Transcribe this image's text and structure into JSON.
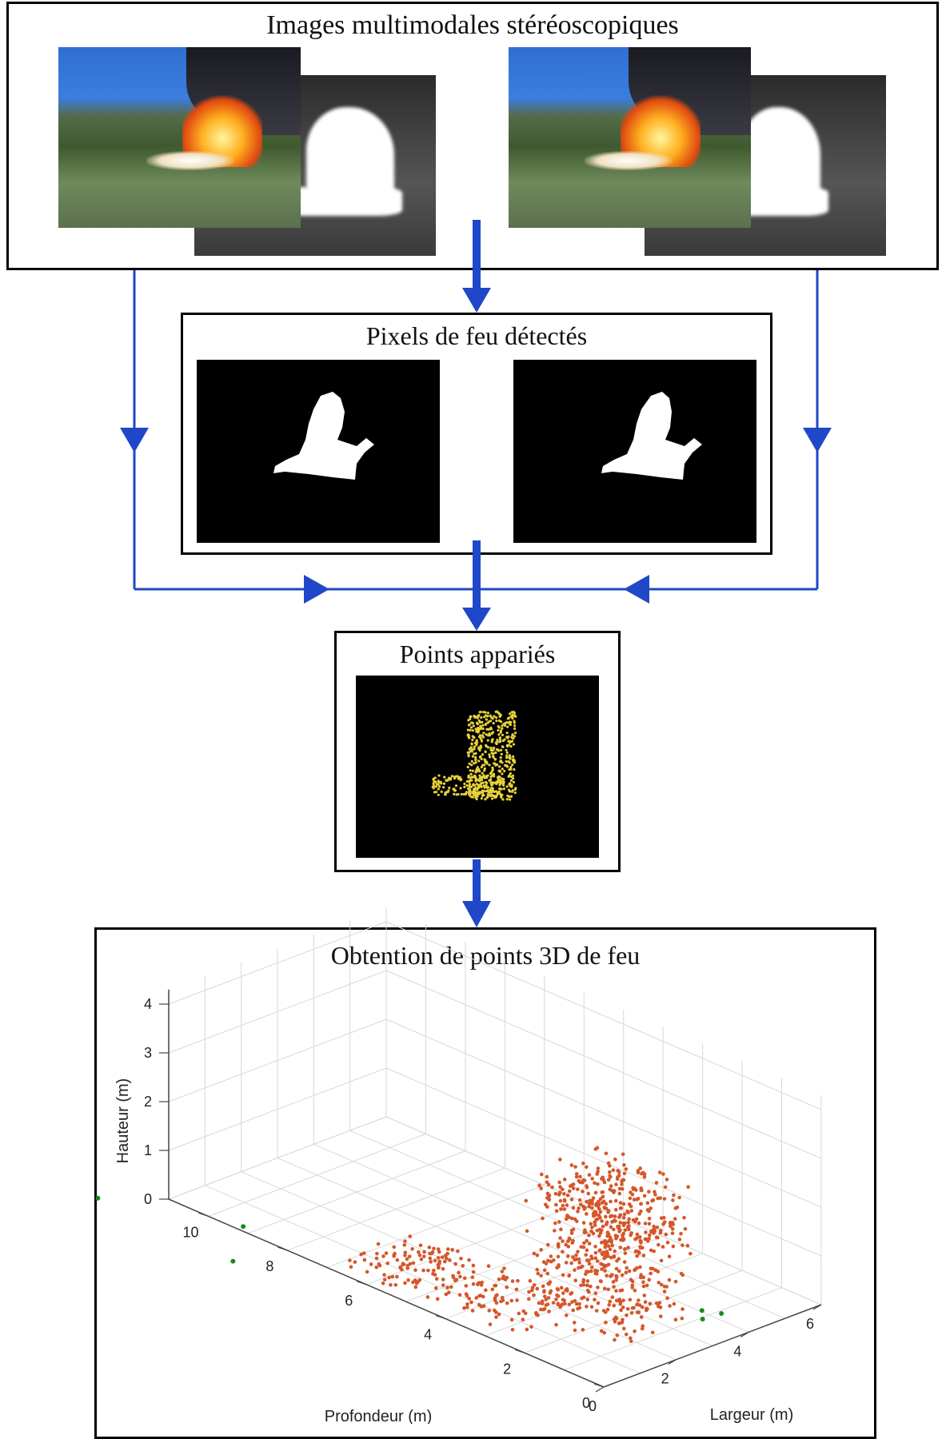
{
  "top_box": {
    "title": "Images multimodales stéréoscopiques"
  },
  "detected_box": {
    "title": "Pixels de feu détectés"
  },
  "matched_box": {
    "title": "Points appariés"
  },
  "result_box": {
    "title": "Obtention de points 3D de feu"
  },
  "colors": {
    "arrow": "#1f47c8",
    "fire_points": "#d4572a",
    "outlier_points": "#1a8a1a",
    "matched_points": "#e6d23a"
  },
  "chart_data": {
    "type": "scatter",
    "title": "Obtention de points 3D de feu",
    "xlabel": "Largeur (m)",
    "ylabel": "Profondeur (m)",
    "zlabel": "Hauteur (m)",
    "x_ticks": [
      "0",
      "2",
      "4",
      "6"
    ],
    "y_ticks": [
      "0",
      "2",
      "4",
      "6",
      "8",
      "10"
    ],
    "z_ticks": [
      "0",
      "1",
      "2",
      "3",
      "4"
    ],
    "xlim": [
      0,
      6
    ],
    "ylim": [
      0,
      11
    ],
    "zlim": [
      0,
      4.3
    ],
    "grid": true,
    "series": [
      {
        "color": "#d4572a",
        "description_points": "approx. 900 fire points clustered near Largeur 1-3 m, Profondeur 1-3 m, Hauteur 0-3 m, with a tail toward Profondeur 6 m"
      },
      {
        "color": "#1a8a1a",
        "points": [
          [
            -2.5,
            10.5,
            0.9
          ],
          [
            -1.0,
            8.2,
            0.7
          ],
          [
            -1.5,
            8.0,
            0.2
          ],
          [
            3.8,
            1.0,
            0.15
          ],
          [
            3.6,
            0.8,
            0.1
          ],
          [
            3.9,
            0.6,
            0.2
          ]
        ]
      }
    ]
  }
}
